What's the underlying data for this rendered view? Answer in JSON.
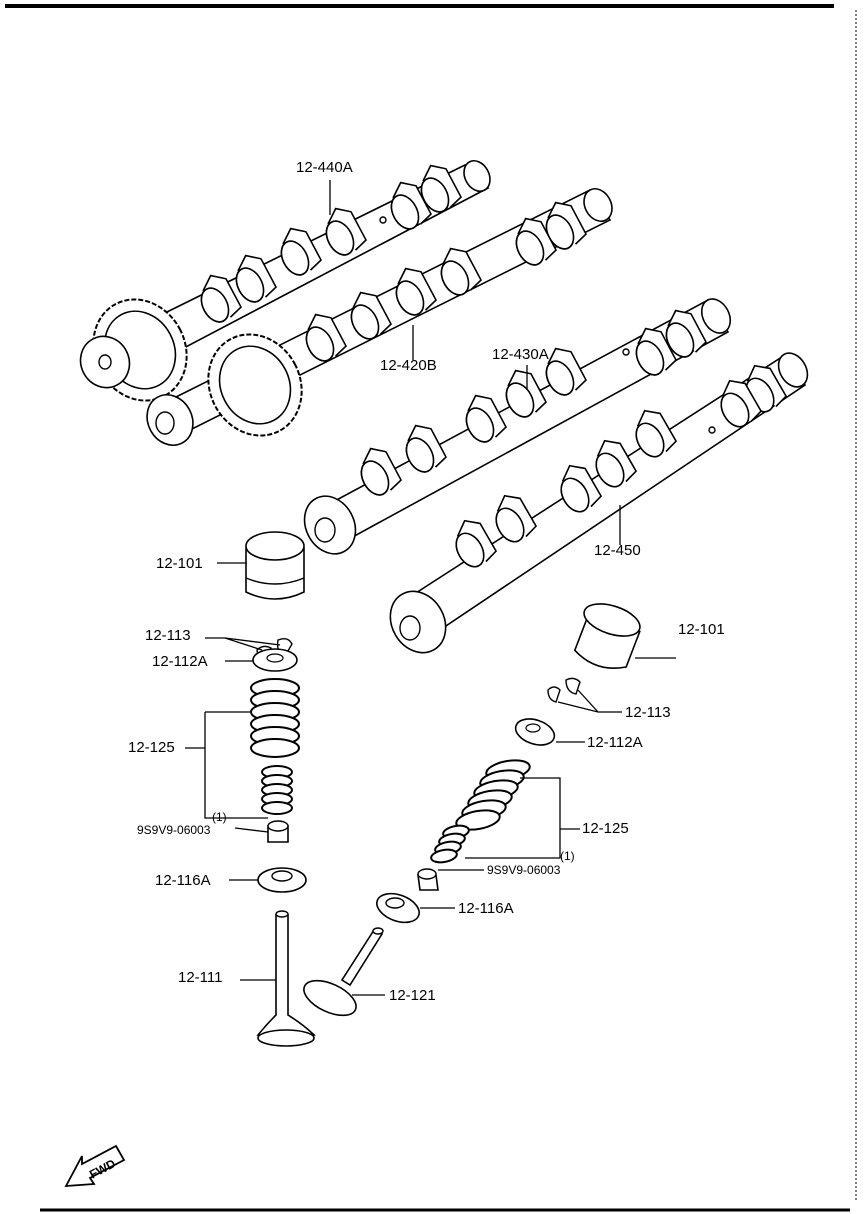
{
  "labels": {
    "camshaft_exhaust_front": "12-440A",
    "camshaft_intake_front": "12-420B",
    "camshaft_exhaust_rear": "12-430A",
    "camshaft_intake_rear": "12-450",
    "tappet_left": "12-101",
    "tappet_right": "12-101",
    "keeper_left": "12-113",
    "keeper_right": "12-113",
    "upper_seat_left": "12-112A",
    "upper_seat_right": "12-112A",
    "spring_left": "12-125",
    "spring_right": "12-125",
    "seal_qty_left": "(1)",
    "seal_left": "9S9V9-06003",
    "seal_qty_right": "(1)",
    "seal_right": "9S9V9-06003",
    "lower_seat_left": "12-116A",
    "lower_seat_right": "12-116A",
    "exhaust_valve": "12-111",
    "intake_valve": "12-121"
  },
  "fwd_arrow": {
    "text": "FWD"
  },
  "colors": {
    "ink": "#000000",
    "paper": "#ffffff"
  }
}
